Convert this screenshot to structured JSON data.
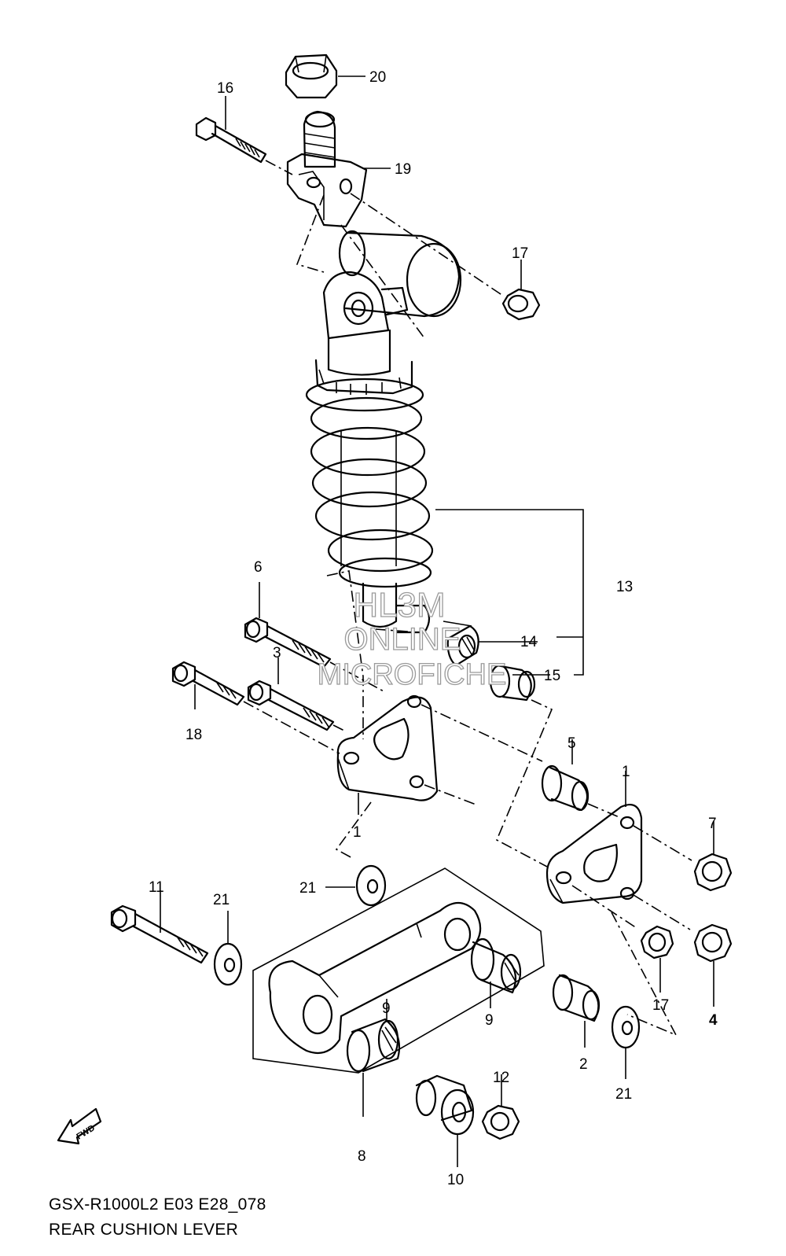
{
  "diagram": {
    "model_code": "GSX-R1000L2 E03 E28_078",
    "section_title": "REAR CUSHION LEVER",
    "watermark": [
      "HL3M",
      "ONLINE",
      "MICROFICHE"
    ],
    "fwd_label": "FWD",
    "callouts": [
      "1",
      "1",
      "2",
      "3",
      "4",
      "5",
      "6",
      "7",
      "8",
      "9",
      "9",
      "10",
      "11",
      "12",
      "13",
      "14",
      "15",
      "16",
      "17",
      "17",
      "18",
      "19",
      "20",
      "21",
      "21",
      "21"
    ]
  }
}
